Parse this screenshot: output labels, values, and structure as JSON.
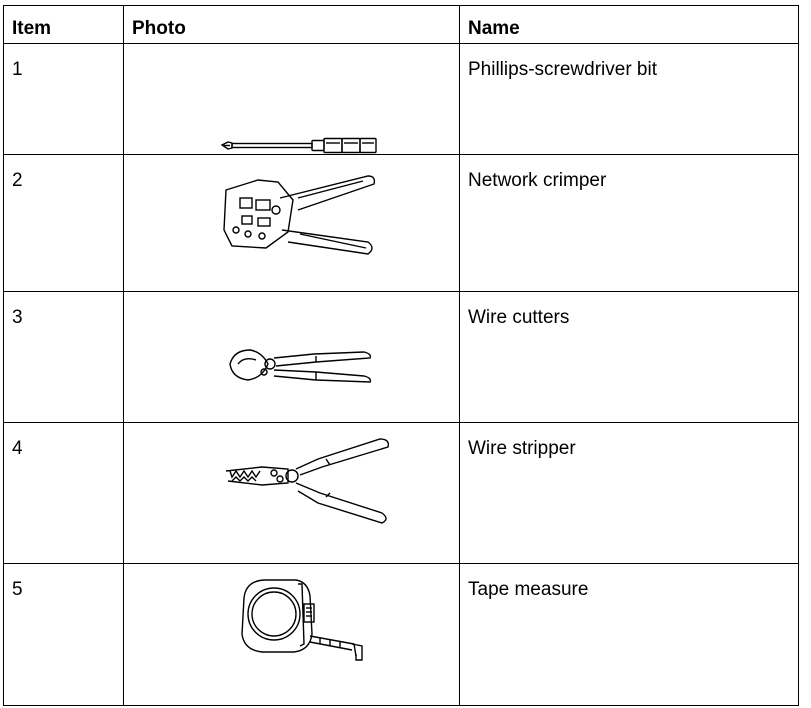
{
  "table": {
    "headers": {
      "item": "Item",
      "photo": "Photo",
      "name": "Name"
    },
    "rows": [
      {
        "item": "1",
        "name": "Phillips-screwdriver bit",
        "icon": "screwdriver-bit-icon"
      },
      {
        "item": "2",
        "name": "Network crimper",
        "icon": "network-crimper-icon"
      },
      {
        "item": "3",
        "name": "Wire cutters",
        "icon": "wire-cutters-icon"
      },
      {
        "item": "4",
        "name": "Wire stripper",
        "icon": "wire-stripper-icon"
      },
      {
        "item": "5",
        "name": "Tape measure",
        "icon": "tape-measure-icon"
      }
    ]
  }
}
